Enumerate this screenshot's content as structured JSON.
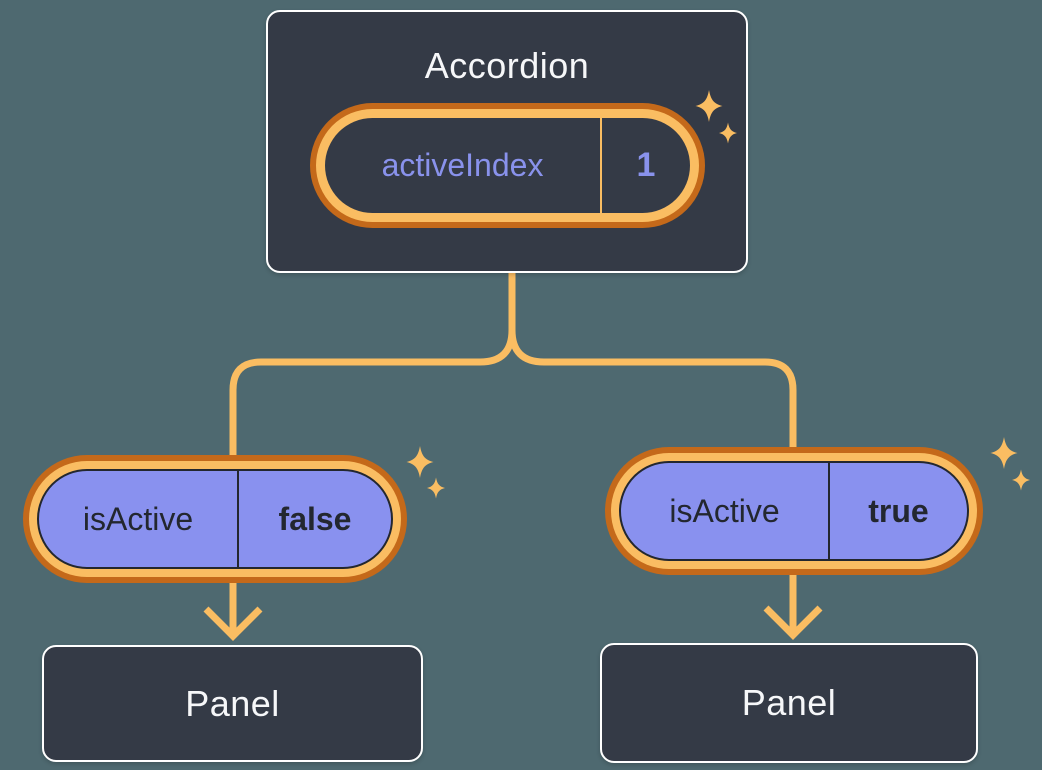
{
  "diagram": {
    "background_color": "#4E6970",
    "colors": {
      "node_fill": "#343A46",
      "node_border": "#FFFFFF",
      "node_text": "#F6F7F9",
      "state_text": "#8992EC",
      "prop_text": "#23272F",
      "pill_fill": "#8991EF",
      "ring_outer": "#C4691A",
      "ring_inner": "#FABD62",
      "connector": "#FABD62",
      "sparkle": "#FABD62"
    },
    "root": {
      "title": "Accordion",
      "state": {
        "name": "activeIndex",
        "value": "1"
      }
    },
    "children": [
      {
        "prop": {
          "name": "isActive",
          "value": "false"
        },
        "node": {
          "title": "Panel"
        }
      },
      {
        "prop": {
          "name": "isActive",
          "value": "true"
        },
        "node": {
          "title": "Panel"
        }
      }
    ]
  }
}
